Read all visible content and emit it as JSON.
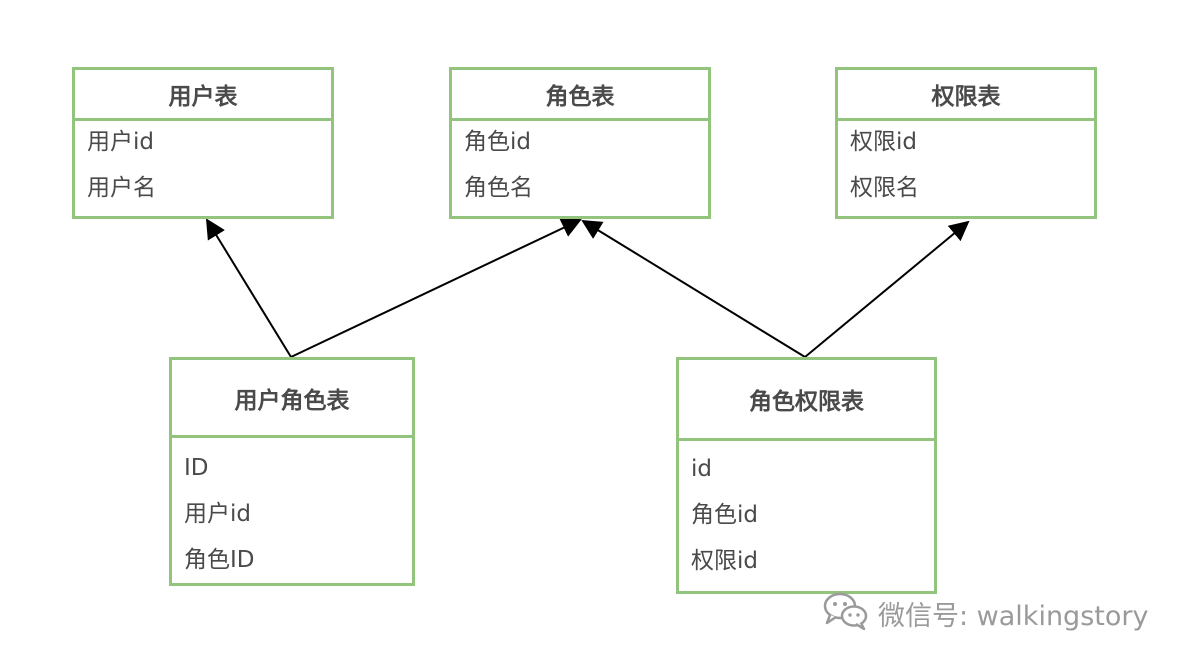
{
  "colors": {
    "entity_border": "#93c47d",
    "text": "#4a4a4a",
    "connector": "#000000",
    "watermark": "#9a9a9a"
  },
  "entities": {
    "user": {
      "title": "用户表",
      "fields": [
        "用户id",
        "用户名"
      ]
    },
    "role": {
      "title": "角色表",
      "fields": [
        "角色id",
        "角色名"
      ]
    },
    "permission": {
      "title": "权限表",
      "fields": [
        "权限id",
        "权限名"
      ]
    },
    "user_role": {
      "title": "用户角色表",
      "fields": [
        "ID",
        "用户id",
        "角色ID"
      ]
    },
    "role_permission": {
      "title": "角色权限表",
      "fields": [
        "id",
        "角色id",
        "权限id"
      ]
    }
  },
  "relations": [
    {
      "from": "user_role",
      "to": "user"
    },
    {
      "from": "user_role",
      "to": "role"
    },
    {
      "from": "role_permission",
      "to": "role"
    },
    {
      "from": "role_permission",
      "to": "permission"
    }
  ],
  "watermark": {
    "icon": "wechat-icon",
    "text": "微信号: walkingstory"
  }
}
